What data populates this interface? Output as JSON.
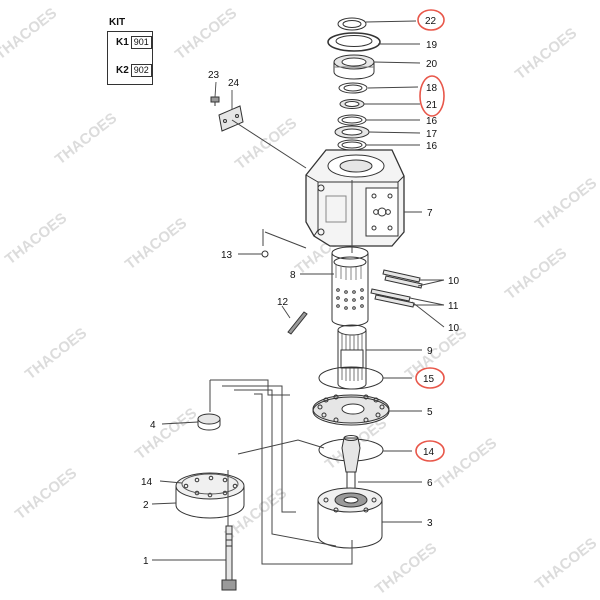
{
  "kit": {
    "title": "KIT",
    "rows": [
      {
        "label": "K1",
        "code": "901"
      },
      {
        "label": "K2",
        "code": "902"
      }
    ]
  },
  "watermark": "THACOES",
  "colors": {
    "line": "#333333",
    "highlight": "#e8574a",
    "part_fill": "#e6e6e6",
    "dark_fill": "#9a9a9a",
    "watermark": "#d8d8d8"
  },
  "callouts": {
    "c22": "22",
    "c19": "19",
    "c20": "20",
    "c18": "18",
    "c21": "21",
    "c16a": "16",
    "c17": "17",
    "c16b": "16",
    "c7": "7",
    "c23": "23",
    "c24": "24",
    "c13": "13",
    "c8": "8",
    "c10a": "10",
    "c11": "11",
    "c10b": "10",
    "c12": "12",
    "c9": "9",
    "c15": "15",
    "c5": "5",
    "c4": "4",
    "c14a": "14",
    "c14b": "14",
    "c6": "6",
    "c2": "2",
    "c3": "3",
    "c1": "1"
  }
}
